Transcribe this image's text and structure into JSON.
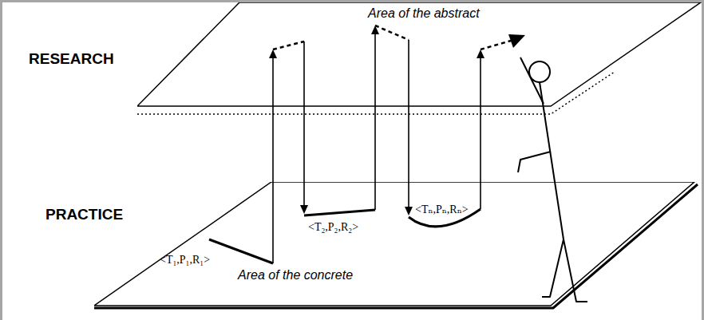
{
  "diagram": {
    "nodes": [
      {
        "text": [
          "Area of the abstract"
        ]
      },
      {
        "text": [
          "Area of the concrete"
        ]
      }
    ],
    "edges": [
      {
        "from": 1,
        "to": 0,
        "arrow": "to"
      },
      {
        "from": 0,
        "to": 1,
        "arrow": "to"
      },
      {
        "from": 1,
        "to": 0,
        "arrow": "to"
      },
      {
        "from": 0,
        "to": 1,
        "arrow": "to"
      },
      {
        "from": 1,
        "to": 0,
        "arrow": "to"
      }
    ],
    "labels": [
      "RESEARCH",
      "PRACTICE",
      "<T₁,P₁,R₁>",
      "<T₂,P₂,R₂>",
      "<Tₙ,Pₙ,Rₙ>"
    ]
  }
}
